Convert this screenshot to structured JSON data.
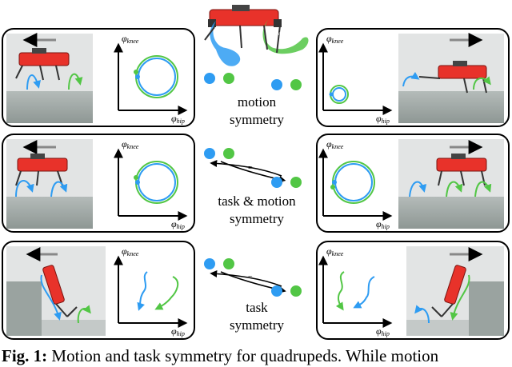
{
  "colors": {
    "blue": "#2e9cf2",
    "green": "#52c645",
    "robot_red": "#e8322a",
    "floor": "#9aa3a0",
    "backdrop": "#e2e4e4",
    "panel_border": "#000000"
  },
  "axis_labels": {
    "y_symbol": "φ",
    "y_sub": "knee",
    "x_symbol": "φ",
    "x_sub": "hip"
  },
  "legend_robot_labels": {
    "blue_leg_symbol": "φ",
    "blue_leg_sub": "hip",
    "green_leg_symbol": "φ",
    "green_leg_sub": "hip"
  },
  "rows": [
    {
      "label_line1": "motion",
      "label_line2": "symmetry",
      "equals": "="
    },
    {
      "label_line1": "task & motion",
      "label_line2": "symmetry",
      "equals": "="
    },
    {
      "label_line1": "task",
      "label_line2": "symmetry",
      "equals": "="
    }
  ],
  "caption": {
    "figure_label": "Fig. 1:",
    "text": "Motion and task symmetry for quadrupeds. While motion"
  }
}
